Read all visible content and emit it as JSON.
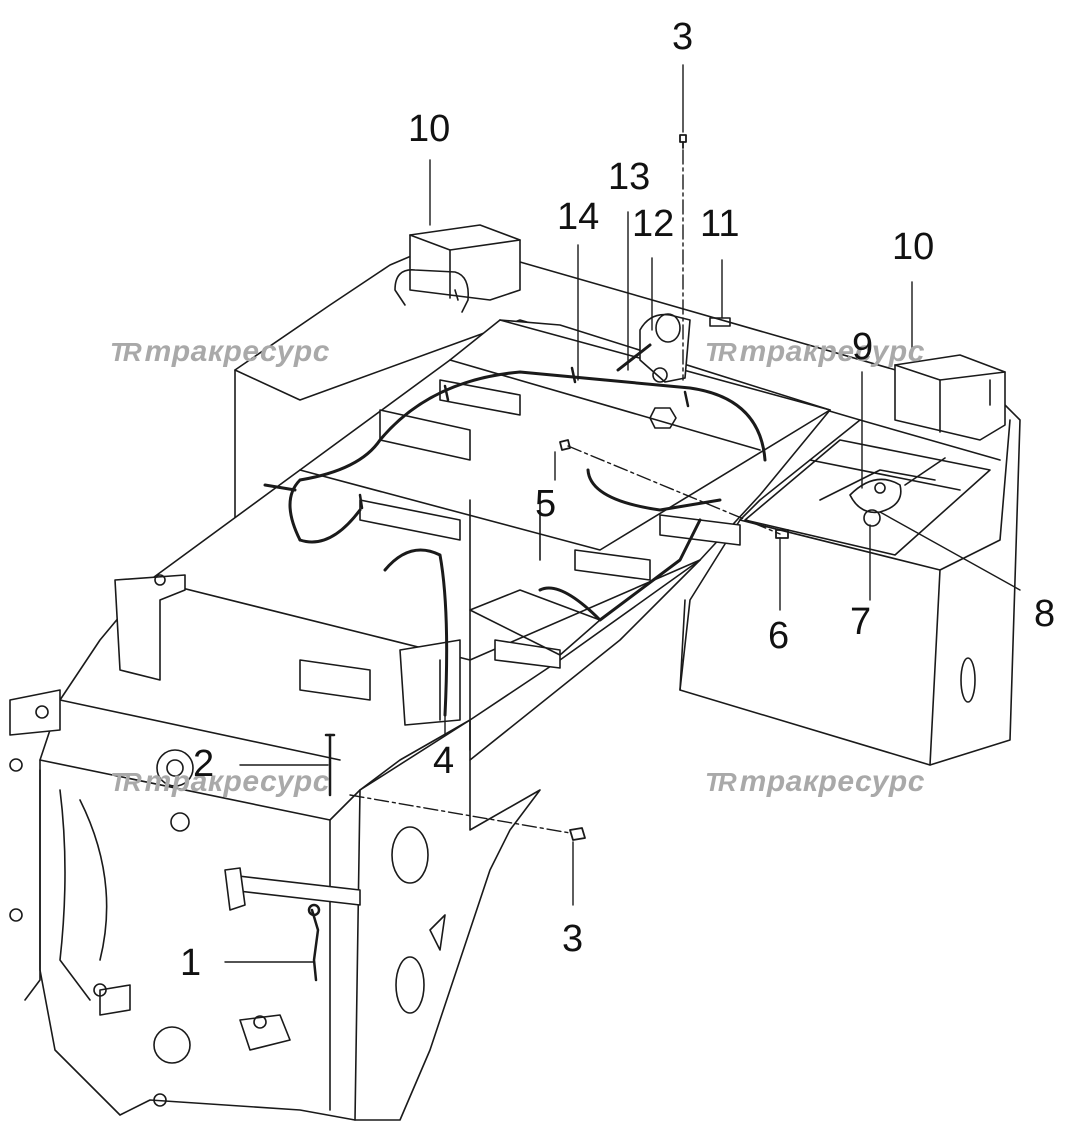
{
  "callouts": {
    "c1": "1",
    "c2": "2",
    "c3_top": "3",
    "c3_bottom": "3",
    "c4": "4",
    "c5": "5",
    "c6": "6",
    "c7": "7",
    "c8": "8",
    "c9": "9",
    "c10_left": "10",
    "c10_right": "10",
    "c11": "11",
    "c12": "12",
    "c13": "13",
    "c14": "14"
  },
  "watermarks": {
    "logo": "TR",
    "text": "тракресурс"
  },
  "colors": {
    "line": "#1a1a1a",
    "fill": "#ffffff",
    "watermark": "#a9a9a9"
  }
}
